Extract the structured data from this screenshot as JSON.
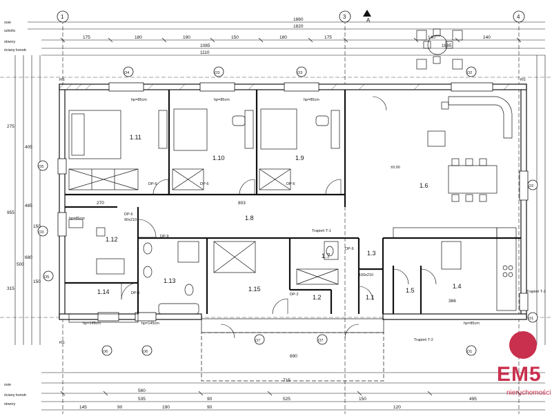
{
  "left_labels": [
    "osie",
    "szkolic",
    "otwory",
    "ściany konstr."
  ],
  "left_labels_bottom": [
    "osie",
    "ściany konstr.",
    "otwory"
  ],
  "dims": {
    "total": "1860",
    "inner": "1820",
    "main": "1110",
    "sub": "1085",
    "top_row": [
      "175",
      "180",
      "190",
      "150",
      "180",
      "175",
      "140",
      "140"
    ],
    "right_block": "1085",
    "bottom_total": "715",
    "bottom_a": "560",
    "bottom_b": "690",
    "bottom_row": [
      "145",
      "90",
      "190",
      "90",
      "525",
      "120",
      "495"
    ],
    "bottom_small": [
      "535",
      "90",
      "150"
    ],
    "left_col": [
      "275",
      "405",
      "485",
      "955",
      "150",
      "500",
      "680",
      "315",
      "150"
    ],
    "inner_row": [
      "270",
      "803",
      "366"
    ]
  },
  "grid_axes": {
    "top": [
      "1",
      "3",
      "4"
    ],
    "left": [
      "O5",
      "O3"
    ],
    "right": [
      "O2",
      "O1"
    ],
    "window_tags": [
      "O4",
      "O3",
      "O3",
      "O2",
      "O5",
      "O6",
      "O7",
      "O7",
      "O6",
      "O1"
    ]
  },
  "rooms": [
    {
      "id": "1.11"
    },
    {
      "id": "1.10"
    },
    {
      "id": "1.9"
    },
    {
      "id": "1.6"
    },
    {
      "id": "1.8"
    },
    {
      "id": "1.12"
    },
    {
      "id": "1.13"
    },
    {
      "id": "1.14"
    },
    {
      "id": "1.15"
    },
    {
      "id": "1.7"
    },
    {
      "id": "1.3"
    },
    {
      "id": "1.2"
    },
    {
      "id": "1.1"
    },
    {
      "id": "1.5"
    },
    {
      "id": "1.4"
    }
  ],
  "doors": [
    "DP-6",
    "DP-6",
    "DP-6",
    "DP-6",
    "DP-9",
    "DP-9",
    "DP-5",
    "DP-2"
  ],
  "door_sizes": [
    "90x210",
    "100x210"
  ],
  "window_notes": [
    "hp=85cm",
    "hp=85cm",
    "hp=85cm",
    "hp=145cm",
    "hp=145cm",
    "hp=85cm",
    "hp=85cm"
  ],
  "stairs": [
    "Trapień T-1",
    "Trapień T-2",
    "Trapień T-2"
  ],
  "marks": [
    "RS",
    "RS",
    "RS",
    "A"
  ],
  "level": "±0.00",
  "logo": {
    "brand": "EM5",
    "tagline": "nieruchomości"
  },
  "colors": {
    "line": "#111111",
    "logo": "#c9304d"
  }
}
